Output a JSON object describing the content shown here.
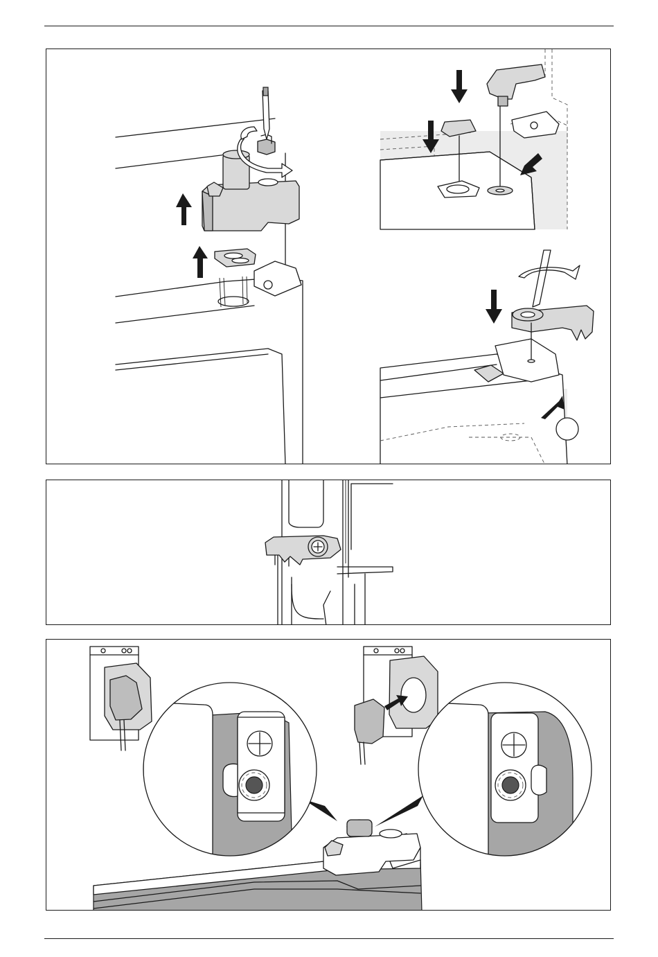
{
  "page": {
    "figure_panels": [
      {
        "id": "panel-1",
        "content": "remove-locking-part-and-fit-cover"
      },
      {
        "id": "panel-2",
        "content": "locking-part-fitted-detail"
      },
      {
        "id": "panel-3",
        "content": "locking-part-plug-detail"
      }
    ]
  },
  "icons": [
    "arrow-up-icon",
    "arrow-down-icon",
    "rotate-icon",
    "screwdriver-icon",
    "plug-icon",
    "socket-icon"
  ]
}
